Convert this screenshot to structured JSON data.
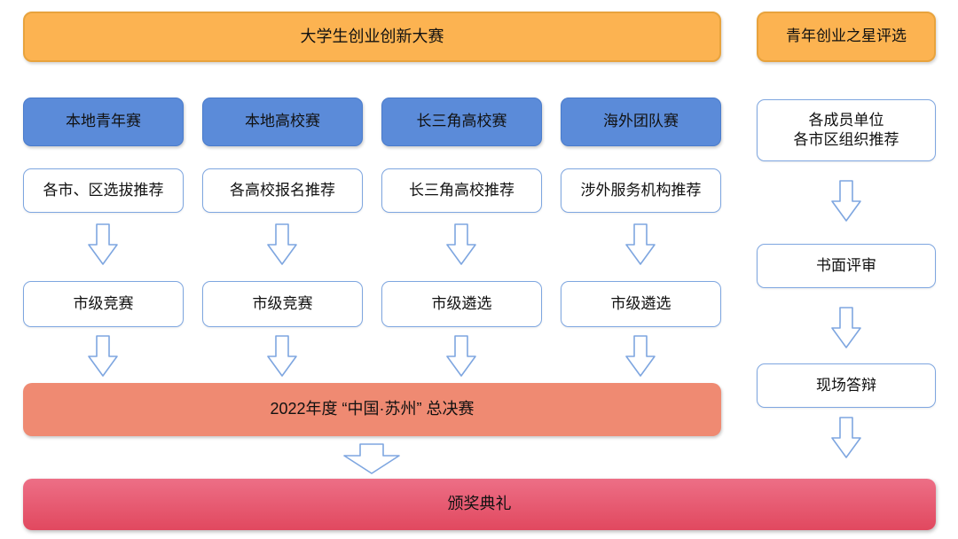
{
  "palette": {
    "orange_fill": "#FCB351",
    "orange_border": "#E8A33D",
    "blue_fill": "#5B8BD9",
    "blue_border": "#4A7CCC",
    "light_blue": "#7EA6E0",
    "salmon_fill": "#EF8A72",
    "red_top": "#ED6F86",
    "red_bottom": "#E1485F"
  },
  "main_flow": {
    "title": "大学生创业创新大赛",
    "columns": [
      {
        "track": "本地青年赛",
        "source": "各市、区选拔推荐",
        "stage": "市级竞赛"
      },
      {
        "track": "本地高校赛",
        "source": "各高校报名推荐",
        "stage": "市级竞赛"
      },
      {
        "track": "长三角高校赛",
        "source": "长三角高校推荐",
        "stage": "市级遴选"
      },
      {
        "track": "海外团队赛",
        "source": "涉外服务机构推荐",
        "stage": "市级遴选"
      }
    ],
    "final_label": "2022年度 “中国·苏州” 总决赛",
    "ceremony_label": "颁奖典礼"
  },
  "side_flow": {
    "title": "青年创业之星评选",
    "steps": [
      {
        "label": "各成员单位\n各市区组织推荐"
      },
      {
        "label": "书面评审"
      },
      {
        "label": "现场答辩"
      }
    ]
  }
}
